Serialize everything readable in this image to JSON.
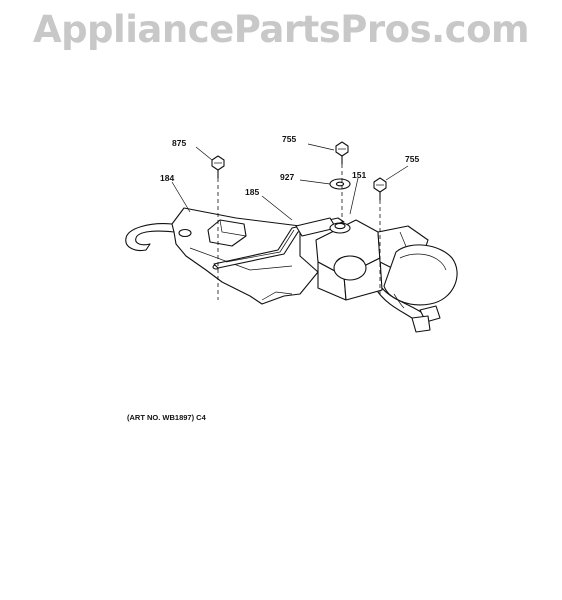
{
  "watermark": "AppliancePartsPros.com",
  "callouts": {
    "c875": "875",
    "c755_top": "755",
    "c755_right": "755",
    "c927": "927",
    "c151": "151",
    "c184": "184",
    "c185": "185"
  },
  "art_number": "(ART NO. WB1897) C4"
}
